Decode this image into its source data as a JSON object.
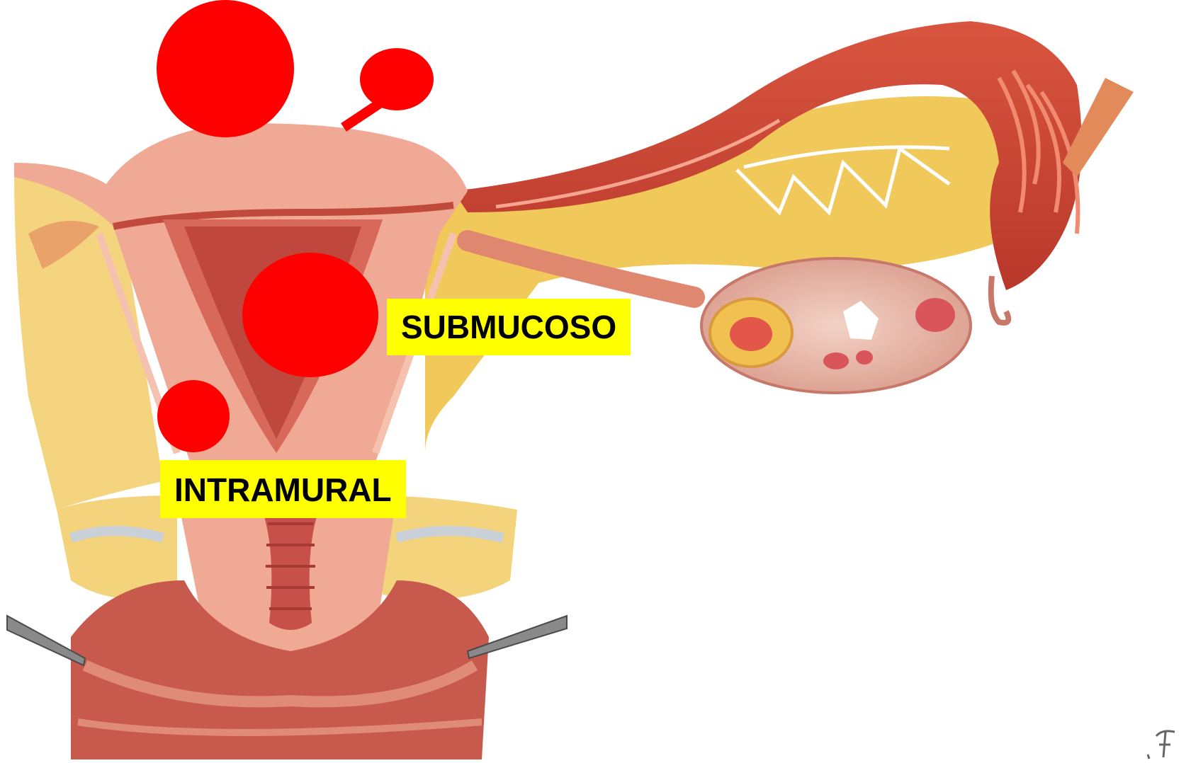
{
  "labels": {
    "submucoso": "SUBMUCOSO",
    "intramural": "INTRAMURAL"
  },
  "colors": {
    "fibroid": "#ff0000",
    "label_bg": "#ffff00",
    "label_text": "#000000",
    "uterus_wall": "#e9a08c",
    "uterus_light": "#f2b9a6",
    "muscle": "#c8514a",
    "fat": "#f2c84a",
    "background": "#ffffff"
  },
  "icons": {
    "watermark": "signature-mark"
  }
}
